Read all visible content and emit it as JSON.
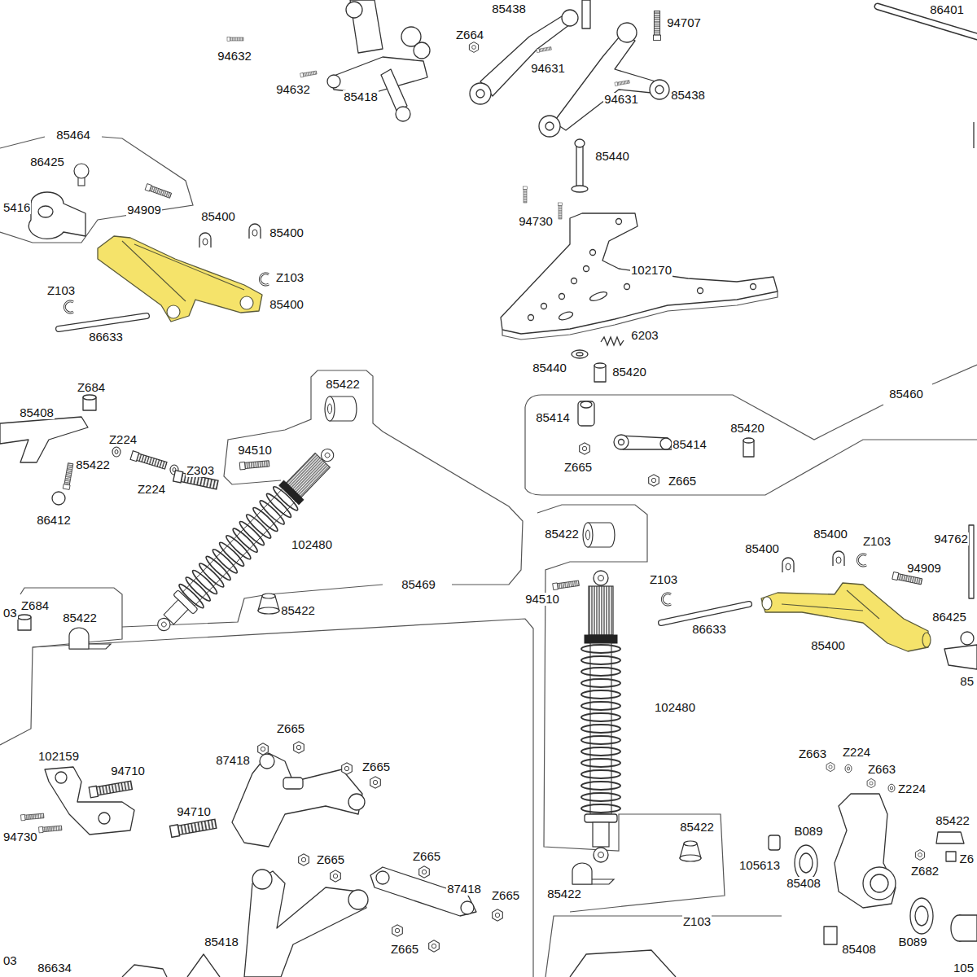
{
  "diagram": {
    "labels": [
      "85438",
      "86401",
      "94707",
      "Z664",
      "94632",
      "94631",
      "94632",
      "85418",
      "85438",
      "94631",
      "85464",
      "85440",
      "86425",
      "5416",
      "94909",
      "85400",
      "94730",
      "85400",
      "102170",
      "Z103",
      "Z103",
      "85400",
      "86633",
      "6203",
      "85440",
      "85420",
      "85422",
      "Z684",
      "85460",
      "85408",
      "85414",
      "85420",
      "Z224",
      "85414",
      "94510",
      "85422",
      "Z665",
      "Z303",
      "Z665",
      "Z224",
      "86412",
      "85400",
      "85422",
      "94762",
      "Z103",
      "102480",
      "85400",
      "94909",
      "Z103",
      "85469",
      "94510",
      "Z684",
      "85422",
      "03",
      "85422",
      "86425",
      "86633",
      "85400",
      "85",
      "102480",
      "Z665",
      "Z224",
      "Z663",
      "102159",
      "87418",
      "Z665",
      "Z663",
      "94710",
      "Z224",
      "94710",
      "85422",
      "85422",
      "B089",
      "94730",
      "Z665",
      "Z6",
      "Z665",
      "105613",
      "Z682",
      "85408",
      "87418",
      "85422",
      "Z665",
      "Z103",
      "85418",
      "B089",
      "Z665",
      "85408",
      "03",
      "86634",
      "105"
    ]
  }
}
